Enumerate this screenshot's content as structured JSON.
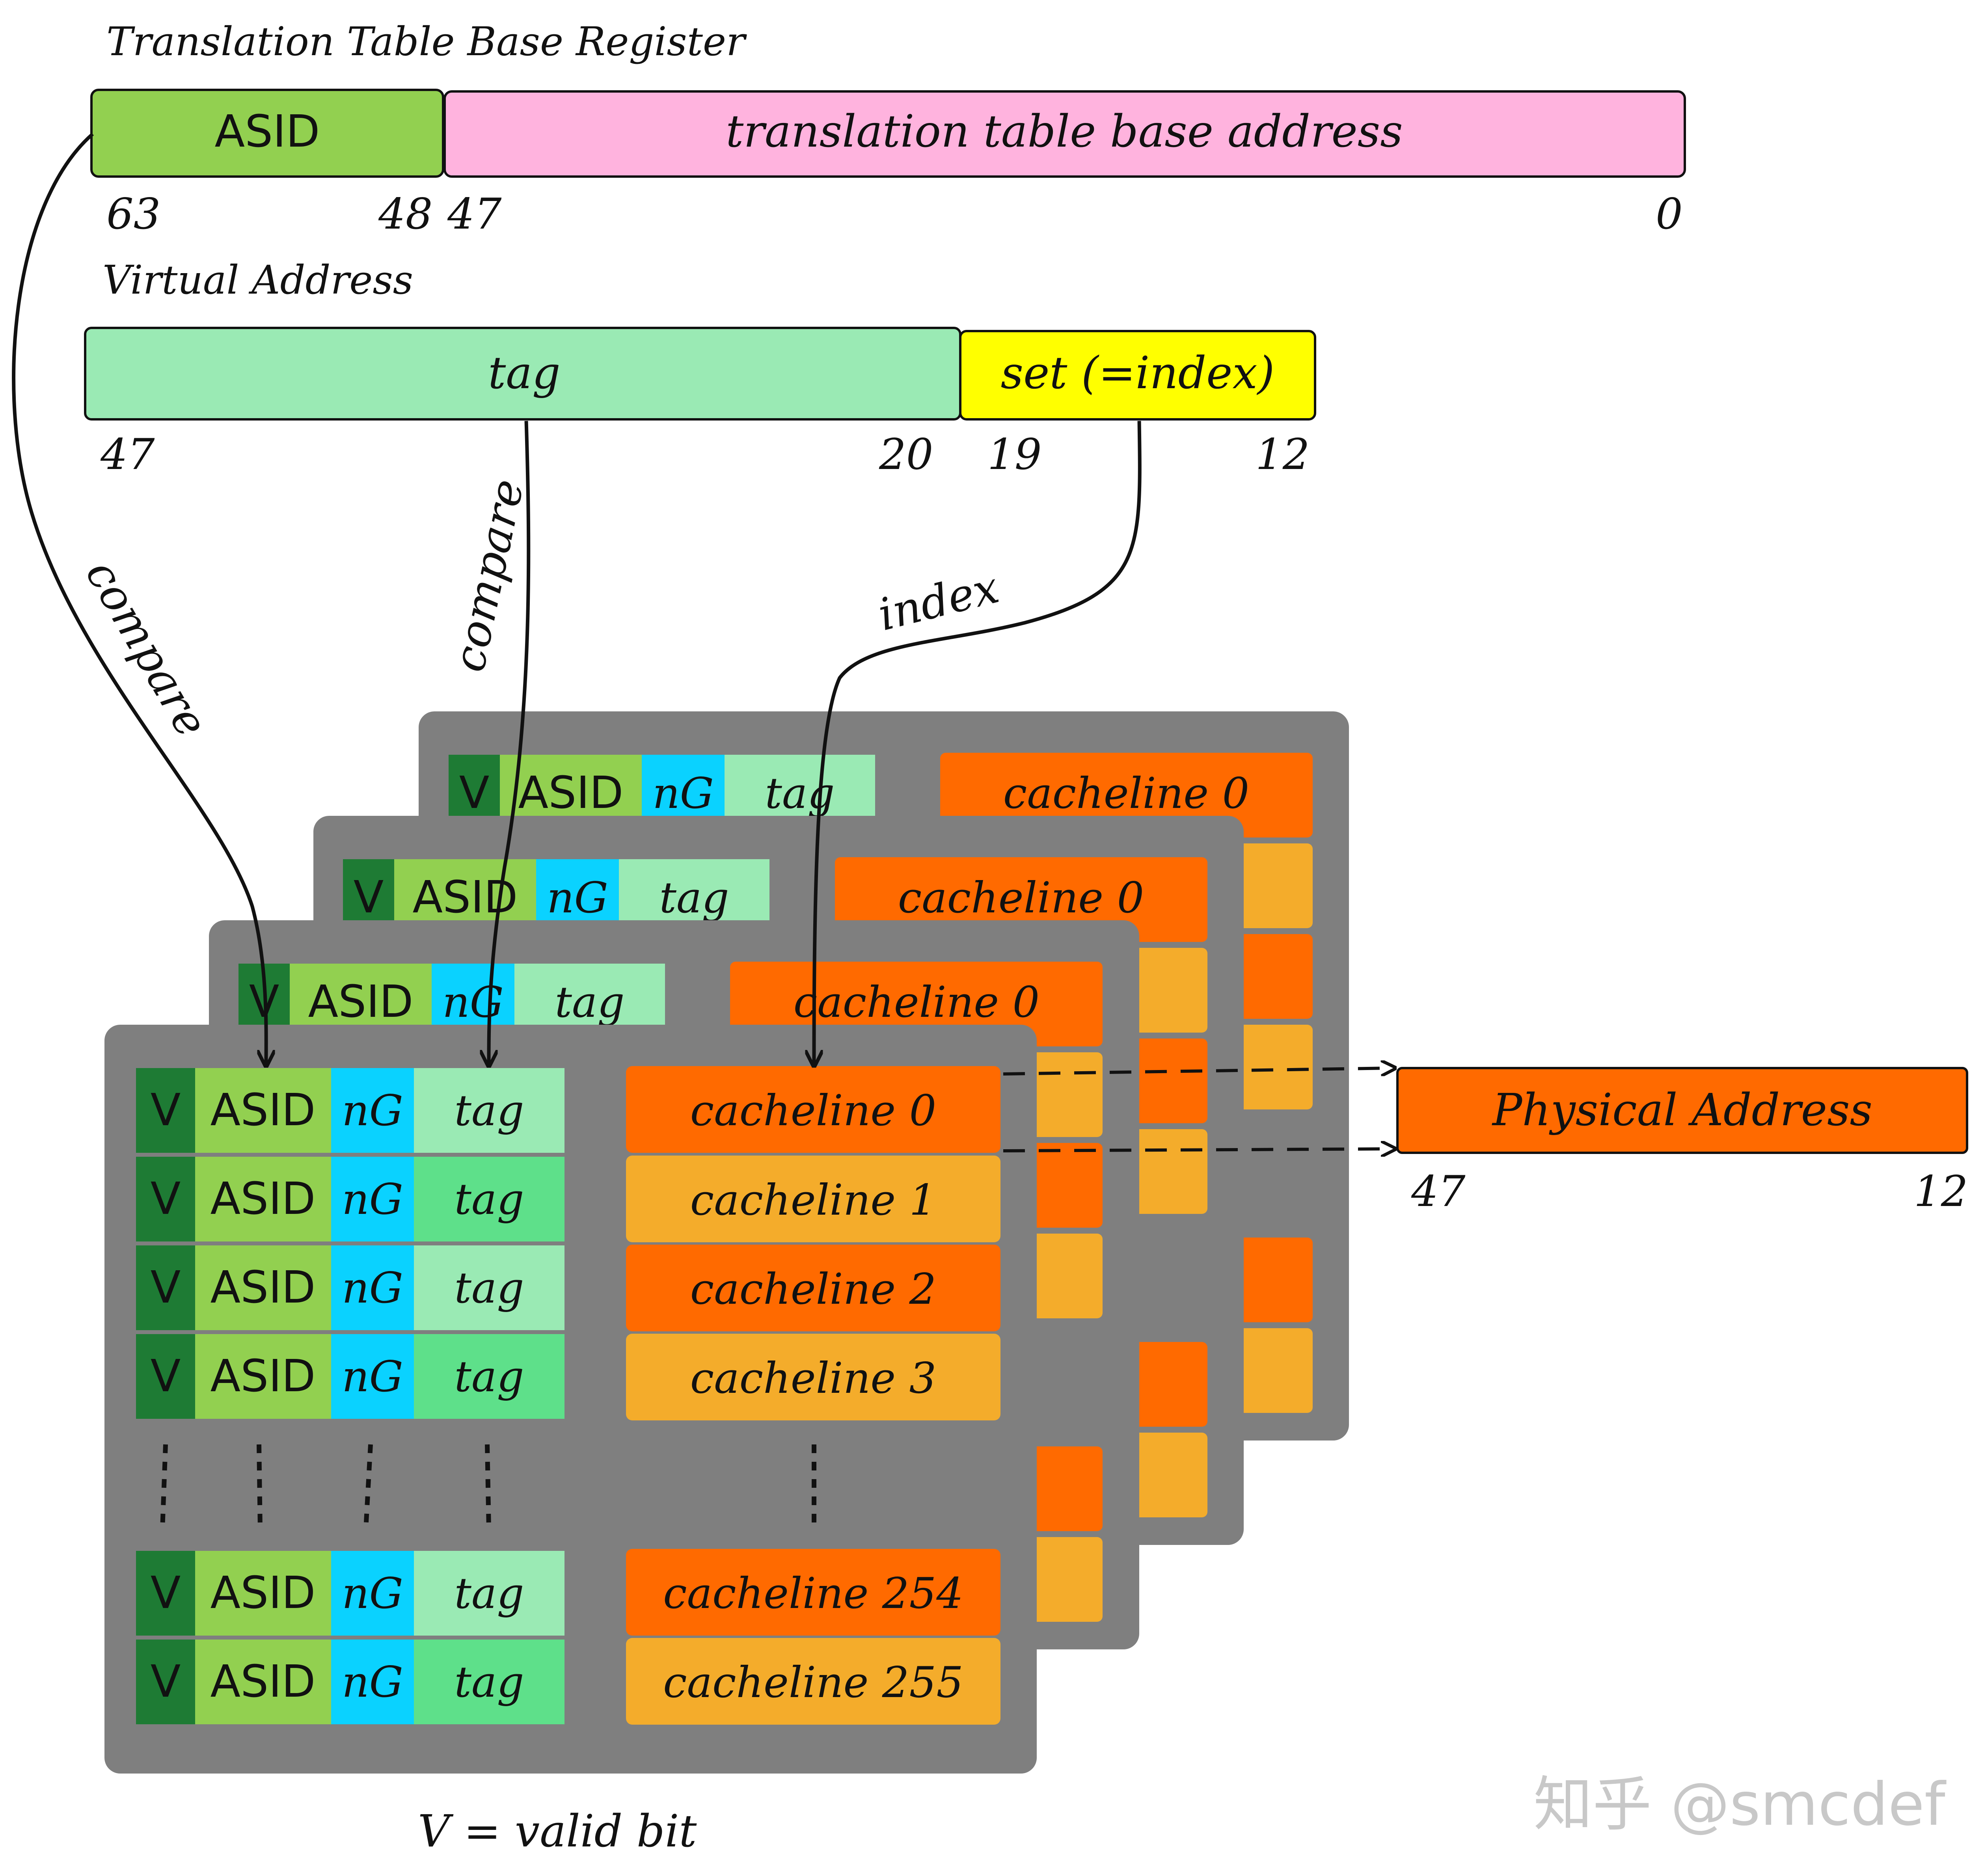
{
  "ttbr": {
    "title": "Translation Table Base Register",
    "asid_label": "ASID",
    "base_label": "translation table base address",
    "bit_63": "63",
    "bit_48": "48",
    "bit_47": "47",
    "bit_0": "0"
  },
  "va": {
    "title": "Virtual Address",
    "tag_label": "tag",
    "set_label": "set (=index)",
    "bit_47": "47",
    "bit_20": "20",
    "bit_19": "19",
    "bit_12": "12"
  },
  "arrows": {
    "compare_left": "compare",
    "compare_mid": "compare",
    "index": "index"
  },
  "way": {
    "v": "V",
    "asid": "ASID",
    "ng": "nG",
    "tag": "tag",
    "cachelines": [
      "cacheline 0",
      "cacheline 1",
      "cacheline 2",
      "cacheline 3",
      "cacheline 254",
      "cacheline 255"
    ]
  },
  "pa": {
    "label": "Physical Address",
    "bit_47": "47",
    "bit_12": "12"
  },
  "legend": "V = valid bit",
  "watermark": "知乎 @smcdef",
  "colors": {
    "asid": "#92d050",
    "base": "#ffb3de",
    "va_tag": "#9aeab4",
    "set": "#ffff00",
    "valid": "#1e7b34",
    "ng": "#0ad2ff",
    "tag_a": "#9aeab4",
    "tag_b": "#5ee08a",
    "cacheline_a": "#ff6a00",
    "cacheline_b": "#f4ac2b",
    "way_bg": "#7f7f7f"
  }
}
